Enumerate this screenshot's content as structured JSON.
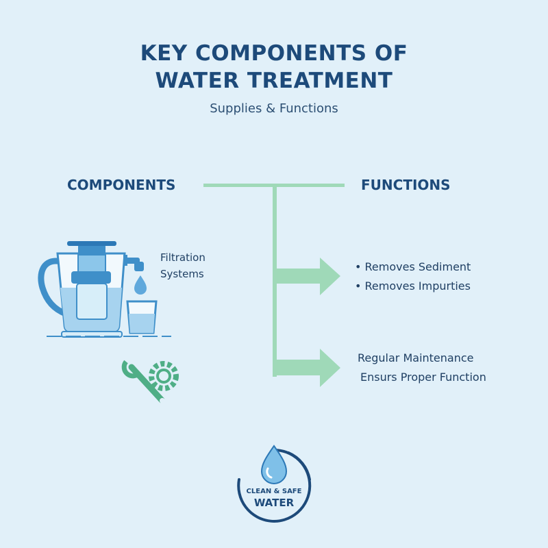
{
  "header": {
    "title_line1": "KEY COMPONENTS OF",
    "title_line2": "WATER TREATMENT",
    "subtitle": "Supplies & Functions"
  },
  "columns": {
    "left_heading": "COMPONENTS",
    "right_heading": "FUNCTIONS"
  },
  "components": {
    "filtration_line1": "Filtration",
    "filtration_line2": "Systems"
  },
  "functions": {
    "filtration_items": [
      "Removes Sediment",
      "Removes Impurties"
    ],
    "maintenance_line1": "Regular Maintenance",
    "maintenance_line2": "Ensurs Proper Function"
  },
  "badge": {
    "line1": "CLEAN & SAFE",
    "line2": "WATER"
  },
  "icons": [
    "water-pitcher-icon",
    "faucet-icon",
    "water-drop-icon",
    "water-glass-icon",
    "wrench-gear-icon",
    "water-drop-badge-icon"
  ],
  "colors": {
    "background": "#e1f0f9",
    "navy": "#1d4a7a",
    "connector_green": "#9fd9b8",
    "icon_blue": "#3f8fc9",
    "icon_green": "#4fae86"
  }
}
